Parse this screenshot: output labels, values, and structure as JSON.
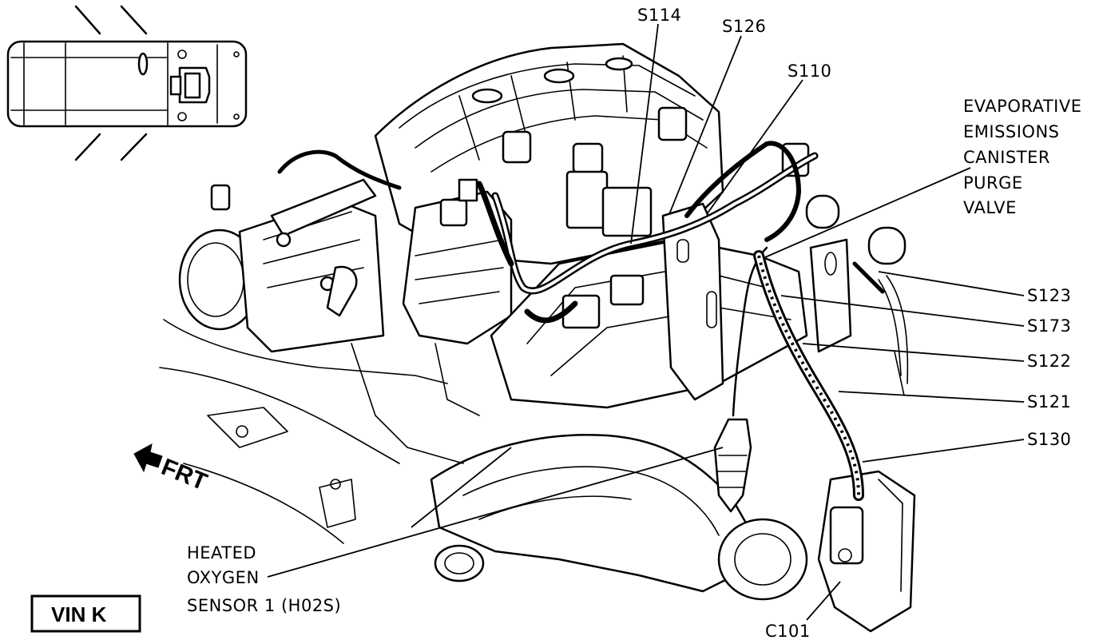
{
  "labels": {
    "s114": "S114",
    "s126": "S126",
    "s110": "S110",
    "evap_line1": "EVAPORATIVE",
    "evap_line2": "EMISSIONS",
    "evap_line3": "CANISTER",
    "evap_line4": "PURGE",
    "evap_line5": "VALVE",
    "s123": "S123",
    "s173": "S173",
    "s122": "S122",
    "s121": "S121",
    "s130": "S130",
    "c101": "C101",
    "ho2s_line1": "HEATED",
    "ho2s_line2": "OXYGEN",
    "ho2s_line3": "SENSOR 1 (H02S)",
    "frt": "FRT",
    "vin": "VIN K"
  },
  "icons": {
    "vehicle_locator": "vehicle-top-view-icon",
    "front_arrow": "front-arrow-icon"
  },
  "colors": {
    "ink": "#000000",
    "paper": "#ffffff"
  }
}
